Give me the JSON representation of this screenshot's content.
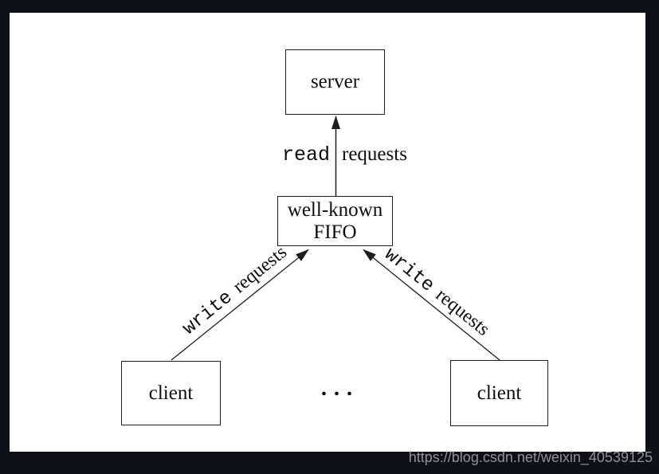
{
  "colors": {
    "frame_bg": "#0d1117",
    "canvas_bg": "#ffffff",
    "line": "#1e1e1e",
    "text": "#0d0d0d",
    "watermark": "#8f9297"
  },
  "diagram": {
    "server": {
      "label": "server"
    },
    "fifo": {
      "line1": "well-known",
      "line2": "FIFO"
    },
    "client_left": {
      "label": "client"
    },
    "client_right": {
      "label": "client"
    },
    "ellipsis": "...",
    "edges": {
      "read": {
        "mono": "read",
        "rest": "requests"
      },
      "write_left": {
        "mono": "write",
        "rest": "requests"
      },
      "write_right": {
        "mono": "write",
        "rest": "requests"
      }
    }
  },
  "watermark": {
    "text": "https://blog.csdn.net/weixin_40539125"
  }
}
